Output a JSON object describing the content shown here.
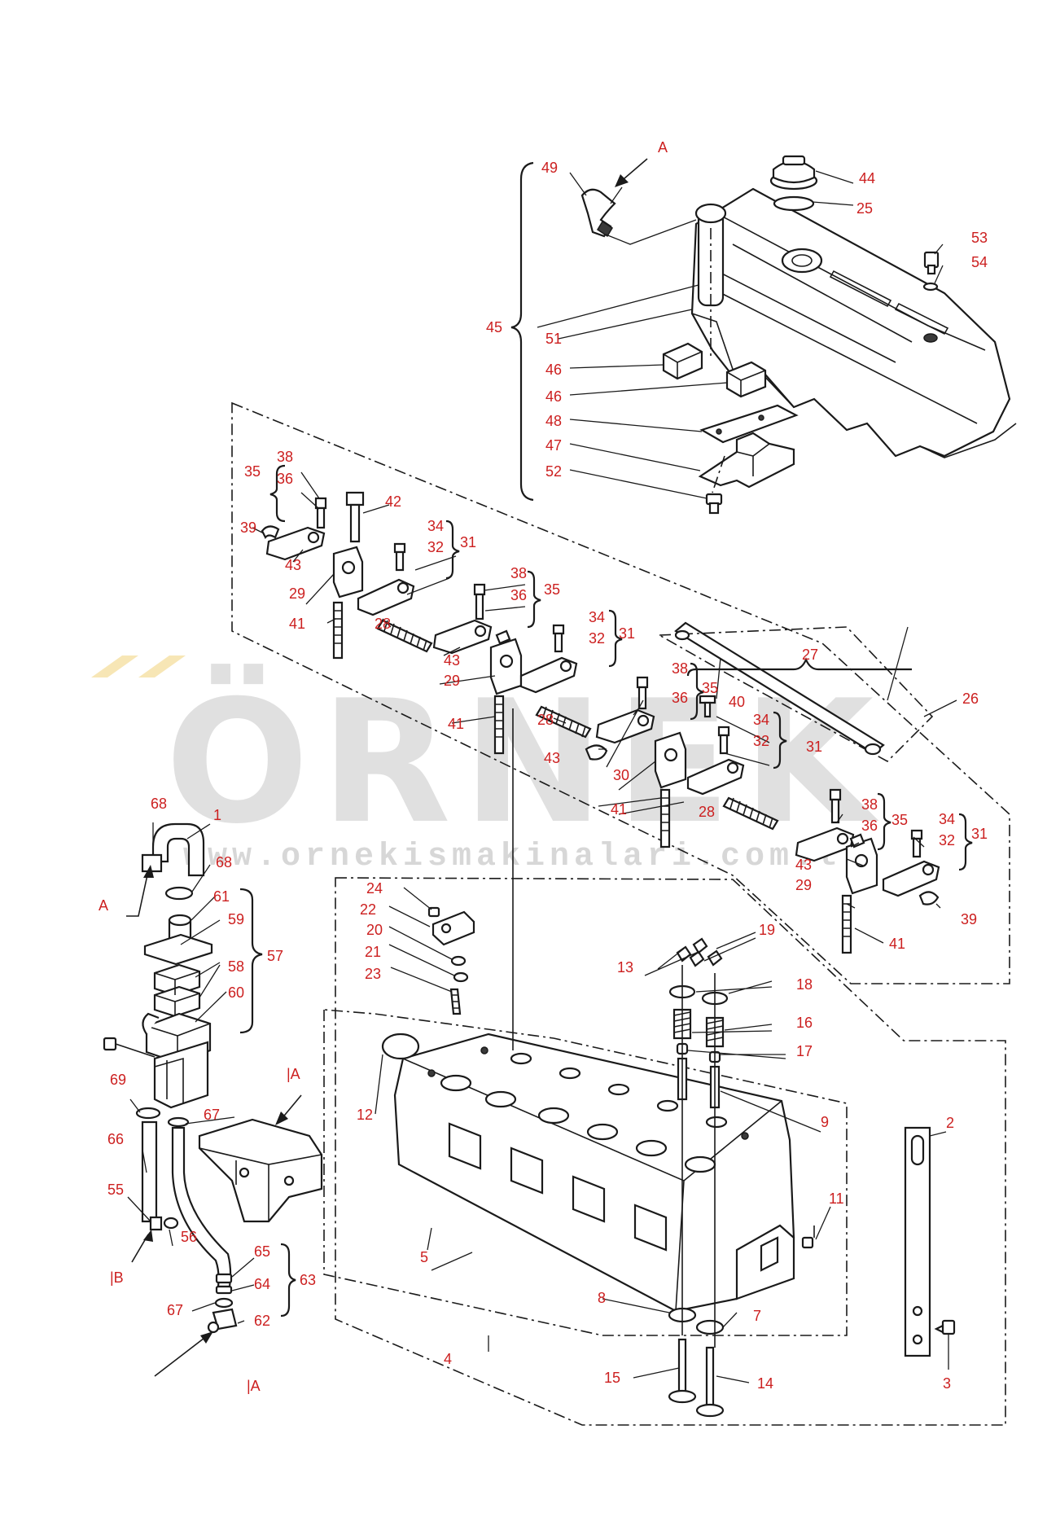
{
  "watermark": {
    "brand": "ÖRNEK",
    "url": "www.ornekismakinalari.com.tr",
    "brand_color": "#c8c8c8",
    "accent_color": "#f1d27a"
  },
  "diagram": {
    "callout_color": "#cc1f1f",
    "line_color": "#1a1a1a"
  },
  "callouts": [
    {
      "id": "c49",
      "text": "49"
    },
    {
      "id": "cA1",
      "text": "A"
    },
    {
      "id": "c44",
      "text": "44"
    },
    {
      "id": "c25",
      "text": "25"
    },
    {
      "id": "c53",
      "text": "53"
    },
    {
      "id": "c54",
      "text": "54"
    },
    {
      "id": "c45",
      "text": "45"
    },
    {
      "id": "c51",
      "text": "51"
    },
    {
      "id": "c46a",
      "text": "46"
    },
    {
      "id": "c46b",
      "text": "46"
    },
    {
      "id": "c48",
      "text": "48"
    },
    {
      "id": "c47",
      "text": "47"
    },
    {
      "id": "c52",
      "text": "52"
    },
    {
      "id": "c35a",
      "text": "35"
    },
    {
      "id": "c38a",
      "text": "38"
    },
    {
      "id": "c36a",
      "text": "36"
    },
    {
      "id": "c42",
      "text": "42"
    },
    {
      "id": "c39a",
      "text": "39"
    },
    {
      "id": "c43a",
      "text": "43"
    },
    {
      "id": "c34a",
      "text": "34"
    },
    {
      "id": "c32a",
      "text": "32"
    },
    {
      "id": "c31a",
      "text": "31"
    },
    {
      "id": "c29a",
      "text": "29"
    },
    {
      "id": "c41a",
      "text": "41"
    },
    {
      "id": "c28a",
      "text": "28"
    },
    {
      "id": "c38b",
      "text": "38"
    },
    {
      "id": "c36b",
      "text": "36"
    },
    {
      "id": "c35b",
      "text": "35"
    },
    {
      "id": "c43b",
      "text": "43"
    },
    {
      "id": "c34b",
      "text": "34"
    },
    {
      "id": "c32b",
      "text": "32"
    },
    {
      "id": "c31b",
      "text": "31"
    },
    {
      "id": "c29b",
      "text": "29"
    },
    {
      "id": "c27",
      "text": "27"
    },
    {
      "id": "c26",
      "text": "26"
    },
    {
      "id": "c38c",
      "text": "38"
    },
    {
      "id": "c36c",
      "text": "36"
    },
    {
      "id": "c35c",
      "text": "35"
    },
    {
      "id": "c41b",
      "text": "41"
    },
    {
      "id": "c28b",
      "text": "28"
    },
    {
      "id": "c40",
      "text": "40"
    },
    {
      "id": "c43c",
      "text": "43"
    },
    {
      "id": "c34c",
      "text": "34"
    },
    {
      "id": "c32c",
      "text": "32"
    },
    {
      "id": "c30",
      "text": "30"
    },
    {
      "id": "c31c",
      "text": "31"
    },
    {
      "id": "c41c",
      "text": "41"
    },
    {
      "id": "c28c",
      "text": "28"
    },
    {
      "id": "c38d",
      "text": "38"
    },
    {
      "id": "c36d",
      "text": "36"
    },
    {
      "id": "c35d",
      "text": "35"
    },
    {
      "id": "c34d",
      "text": "34"
    },
    {
      "id": "c32d",
      "text": "32"
    },
    {
      "id": "c31d",
      "text": "31"
    },
    {
      "id": "c43d",
      "text": "43"
    },
    {
      "id": "c29c",
      "text": "29"
    },
    {
      "id": "c39b",
      "text": "39"
    },
    {
      "id": "c41d",
      "text": "41"
    },
    {
      "id": "c68a",
      "text": "68"
    },
    {
      "id": "c1",
      "text": "1"
    },
    {
      "id": "c68b",
      "text": "68"
    },
    {
      "id": "cA2",
      "text": "A"
    },
    {
      "id": "c61",
      "text": "61"
    },
    {
      "id": "c59",
      "text": "59"
    },
    {
      "id": "c57",
      "text": "57"
    },
    {
      "id": "c58",
      "text": "58"
    },
    {
      "id": "c60",
      "text": "60"
    },
    {
      "id": "c24",
      "text": "24"
    },
    {
      "id": "c22",
      "text": "22"
    },
    {
      "id": "c20",
      "text": "20"
    },
    {
      "id": "c21",
      "text": "21"
    },
    {
      "id": "c23",
      "text": "23"
    },
    {
      "id": "c19",
      "text": "19"
    },
    {
      "id": "c13",
      "text": "13"
    },
    {
      "id": "c18",
      "text": "18"
    },
    {
      "id": "c16",
      "text": "16"
    },
    {
      "id": "c17",
      "text": "17"
    },
    {
      "id": "c9",
      "text": "9"
    },
    {
      "id": "c12",
      "text": "12"
    },
    {
      "id": "c69",
      "text": "69"
    },
    {
      "id": "c67a",
      "text": "67"
    },
    {
      "id": "cIA1",
      "text": "|A"
    },
    {
      "id": "c66",
      "text": "66"
    },
    {
      "id": "c55",
      "text": "55"
    },
    {
      "id": "c56",
      "text": "56"
    },
    {
      "id": "cIB",
      "text": "|B"
    },
    {
      "id": "c65",
      "text": "65"
    },
    {
      "id": "c63",
      "text": "63"
    },
    {
      "id": "c64",
      "text": "64"
    },
    {
      "id": "c67b",
      "text": "67"
    },
    {
      "id": "c62",
      "text": "62"
    },
    {
      "id": "cIA2",
      "text": "|A"
    },
    {
      "id": "c11",
      "text": "11"
    },
    {
      "id": "c2",
      "text": "2"
    },
    {
      "id": "c5",
      "text": "5"
    },
    {
      "id": "c8",
      "text": "8"
    },
    {
      "id": "c7",
      "text": "7"
    },
    {
      "id": "c4",
      "text": "4"
    },
    {
      "id": "c15",
      "text": "15"
    },
    {
      "id": "c14",
      "text": "14"
    },
    {
      "id": "c3",
      "text": "3"
    }
  ]
}
